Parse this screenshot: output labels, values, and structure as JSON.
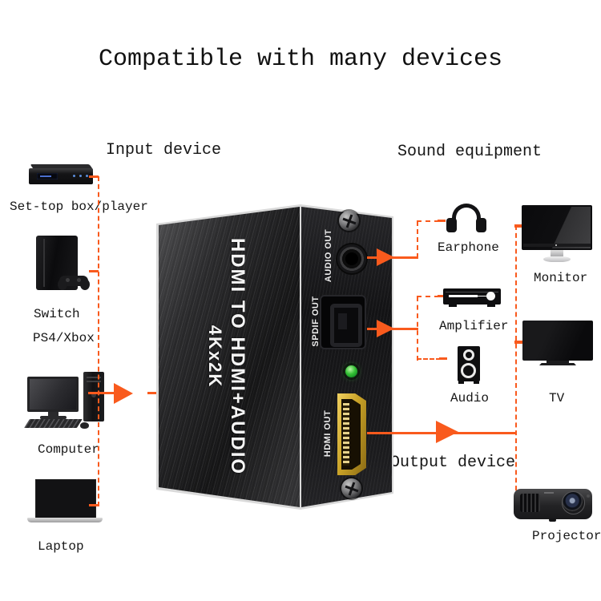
{
  "title": "Compatible with many devices",
  "sections": {
    "input": "Input device",
    "sound": "Sound equipment",
    "output": "Output device"
  },
  "input_devices": [
    {
      "name": "set-top-box",
      "icon": "set-top-box-icon",
      "label": "Set-top box/player"
    },
    {
      "name": "game-console",
      "icon": "game-console-icon",
      "label": "Switch",
      "label2": "PS4/Xbox"
    },
    {
      "name": "computer",
      "icon": "desktop-computer-icon",
      "label": "Computer"
    },
    {
      "name": "laptop",
      "icon": "laptop-icon",
      "label": "Laptop"
    }
  ],
  "converter": {
    "marking_line1": "HDMI TO HDMI+AUDIO",
    "marking_line2": "4Kx2K",
    "ports": [
      {
        "name": "audio-out",
        "label": "AUDIO OUT",
        "icon": "audio-jack-icon"
      },
      {
        "name": "spdif-out",
        "label": "SPDIF OUT",
        "icon": "optical-port-icon"
      },
      {
        "name": "hdmi-out",
        "label": "HDMI OUT",
        "icon": "hdmi-port-icon"
      }
    ],
    "led_icon": "power-led-icon"
  },
  "sound_devices": [
    {
      "name": "earphone",
      "icon": "headphones-icon",
      "label": "Earphone"
    },
    {
      "name": "amplifier",
      "icon": "amplifier-icon",
      "label": "Amplifier"
    },
    {
      "name": "audio",
      "icon": "speaker-icon",
      "label": "Audio"
    }
  ],
  "display_devices": [
    {
      "name": "monitor",
      "icon": "monitor-icon",
      "label": "Monitor"
    },
    {
      "name": "tv",
      "icon": "tv-icon",
      "label": "TV"
    },
    {
      "name": "projector",
      "icon": "projector-icon",
      "label": "Projector"
    }
  ],
  "colors": {
    "accent_orange": "#f95a1d",
    "led_green": "#35c235",
    "hdmi_gold": "#c9a227",
    "text": "#161616",
    "background": "#ffffff"
  }
}
